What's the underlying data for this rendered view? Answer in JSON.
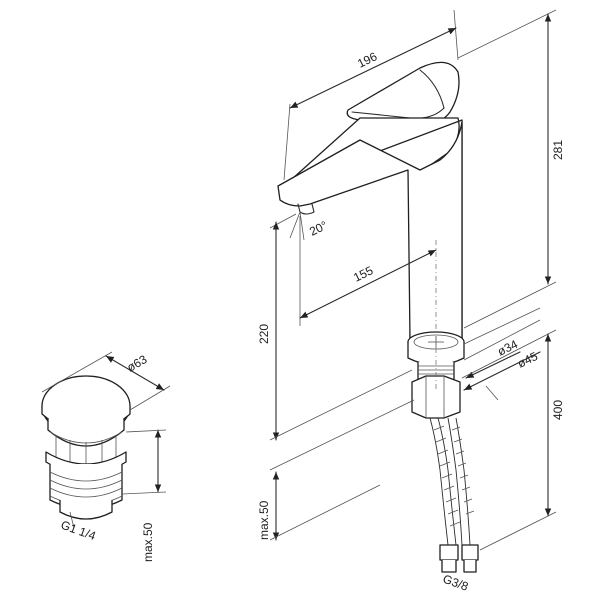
{
  "dimensions": {
    "width_total": "196",
    "height_total": "281",
    "spout_reach": "155",
    "spout_height": "220",
    "spout_angle": "20°",
    "base_diameter_small": "ø34",
    "base_diameter_large": "ø45",
    "hose_length": "400",
    "max_thickness_faucet": "max.50",
    "drain_diameter": "ø63",
    "drain_max": "max.50",
    "drain_thread": "G1 1/4",
    "hose_thread": "G3/8"
  },
  "colors": {
    "line": "#2b2b2b",
    "background": "#ffffff"
  }
}
